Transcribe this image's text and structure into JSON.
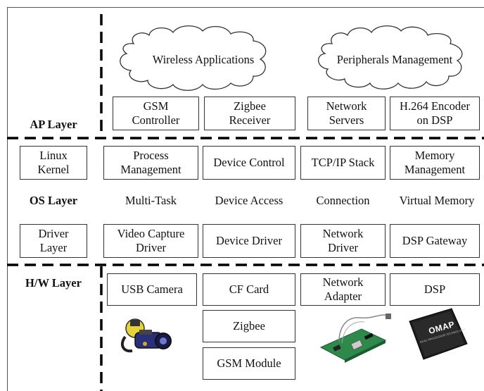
{
  "clouds": {
    "wireless": "Wireless Applications",
    "peripherals": "Peripherals Management"
  },
  "ap_layer": {
    "label": "AP Layer",
    "boxes": [
      "GSM\nController",
      "Zigbee\nReceiver",
      "Network\nServers",
      "H.264 Encoder\non DSP"
    ]
  },
  "os_layer": {
    "label": "OS Layer",
    "kernel": "Linux\nKernel",
    "driver_layer": "Driver\nLayer",
    "top_boxes": [
      "Process\nManagement",
      "Device Control",
      "TCP/IP Stack",
      "Memory\nManagement"
    ],
    "middle_labels": [
      "Multi-Task",
      "Device Access",
      "Connection",
      "Virtual Memory"
    ],
    "bottom_boxes": [
      "Video Capture\nDriver",
      "Device Driver",
      "Network\nDriver",
      "DSP Gateway"
    ]
  },
  "hw_layer": {
    "label": "H/W Layer",
    "boxes": [
      "USB Camera",
      "CF Card",
      "Network\nAdapter",
      "DSP"
    ],
    "zigbee": "Zigbee",
    "gsm_module": "GSM Module",
    "chip_brand": "OMAP",
    "chip_caption": "DUAL-PROCESSOR TECHNOLOGY"
  }
}
